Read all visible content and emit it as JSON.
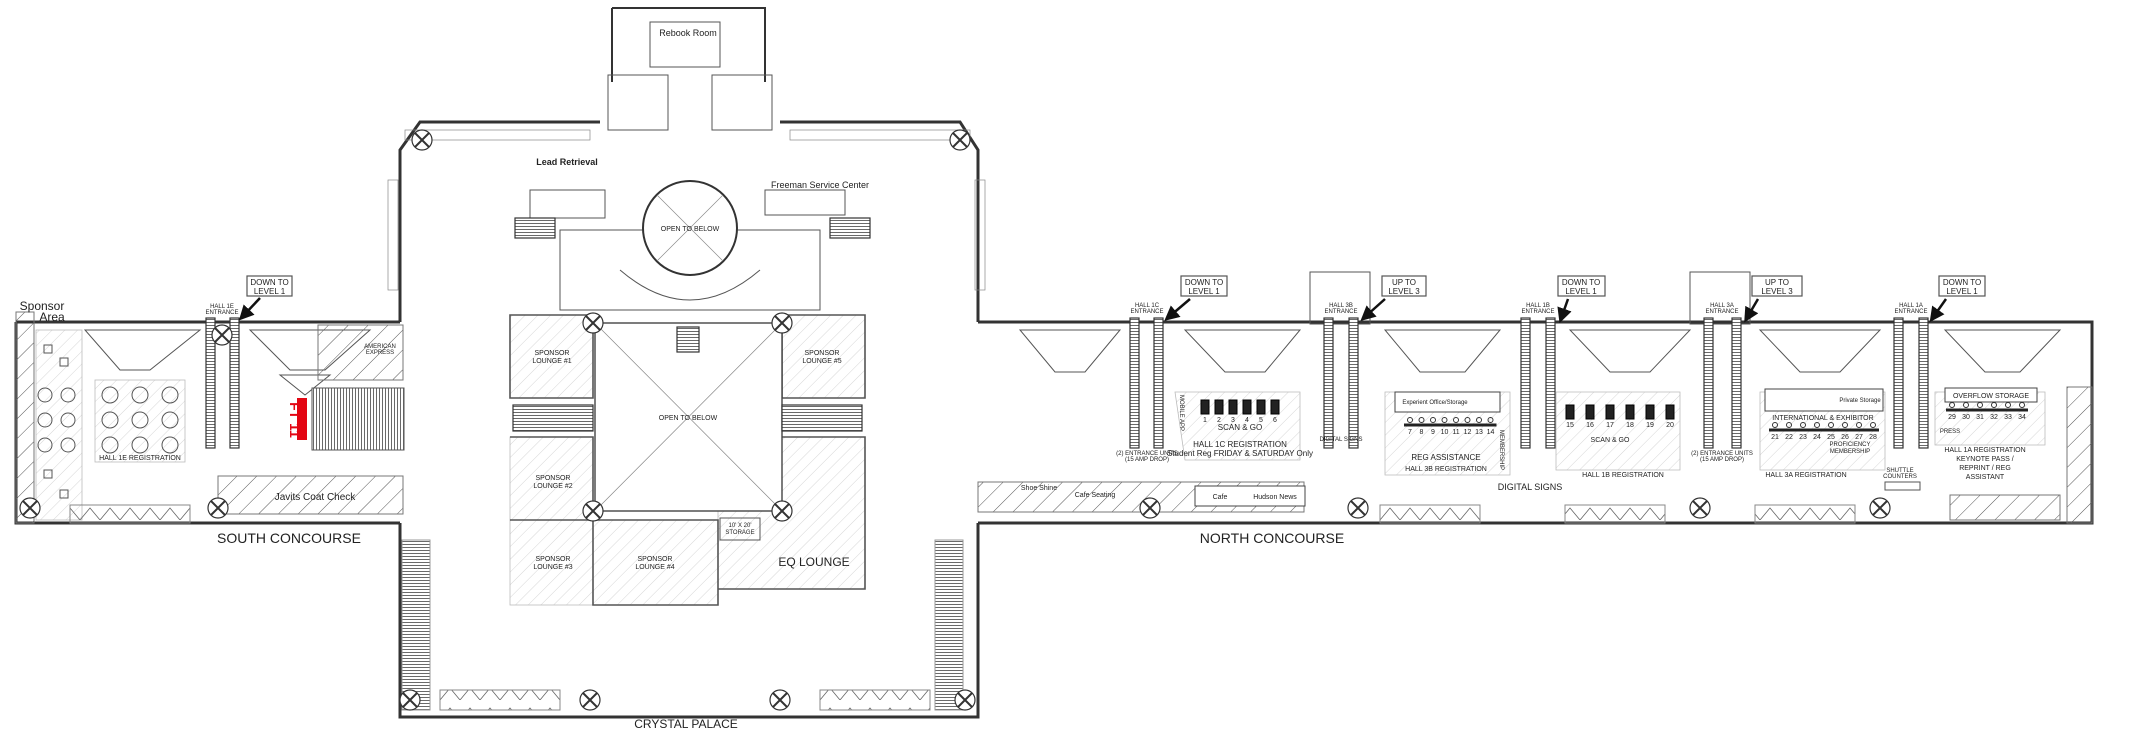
{
  "accent_red": "#e30613",
  "left_wing": {
    "sponsor_area": [
      "Sponsor",
      "Area"
    ],
    "hall_1e_entrance": [
      "HALL 1E",
      "ENTRANCE"
    ],
    "down_to_level_1": [
      "DOWN TO",
      "LEVEL 1"
    ],
    "hall_1e_registration": "HALL 1E REGISTRATION",
    "booth_ft11": "FT 11",
    "american_express": [
      "AMERICAN",
      "EXPRESS"
    ],
    "coat_check": "Javits Coat Check",
    "concourse": "SOUTH CONCOURSE"
  },
  "center": {
    "rebook_room": "Rebook Room",
    "lead_retrieval": "Lead Retrieval",
    "freeman_service_center": "Freeman Service Center",
    "rotunda_open": "OPEN TO BELOW",
    "atrium_open": "OPEN TO BELOW",
    "lounges": [
      [
        "SPONSOR",
        "LOUNGE #1"
      ],
      [
        "SPONSOR",
        "LOUNGE #2"
      ],
      [
        "SPONSOR",
        "LOUNGE #3"
      ],
      [
        "SPONSOR",
        "LOUNGE #4"
      ],
      [
        "SPONSOR",
        "LOUNGE #5"
      ]
    ],
    "eq_lounge": "EQ LOUNGE",
    "storage": [
      "10' X 20'",
      "STORAGE"
    ],
    "crystal_palace": "CRYSTAL PALACE"
  },
  "right_wing": {
    "concourse": "NORTH CONCOURSE",
    "shoe_shine": "Shoe Shine",
    "cafe_seating": "Cafe Seating",
    "cafe": "Cafe",
    "hudson_news": "Hudson News",
    "entrance_units": [
      "(2) ENTRANCE UNITS",
      "(15 AMP DROP)"
    ],
    "digital_signs": "DIGITAL SIGNS",
    "entrances": [
      {
        "name": [
          "HALL 1C",
          "ENTRANCE"
        ],
        "callout": [
          "DOWN TO",
          "LEVEL 1"
        ]
      },
      {
        "name": [
          "HALL 3B",
          "ENTRANCE"
        ],
        "callout": [
          "UP TO",
          "LEVEL 3"
        ]
      },
      {
        "name": [
          "HALL 1B",
          "ENTRANCE"
        ],
        "callout": [
          "DOWN TO",
          "LEVEL 1"
        ]
      },
      {
        "name": [
          "HALL 3A",
          "ENTRANCE"
        ],
        "callout": [
          "UP TO",
          "LEVEL 3"
        ]
      },
      {
        "name": [
          "HALL 1A",
          "ENTRANCE"
        ],
        "callout": [
          "DOWN TO",
          "LEVEL 1"
        ]
      }
    ],
    "hall_1c": {
      "kiosks": [
        "1",
        "2",
        "3",
        "4",
        "5",
        "6"
      ],
      "scan_go": "SCAN & GO",
      "title": "HALL 1C REGISTRATION",
      "note": "Student Reg FRIDAY & SATURDAY Only",
      "mobile_app": "MOBILE APP"
    },
    "hall_3b": {
      "office": "Experient Office/Storage",
      "counters": [
        "7",
        "8",
        "9",
        "10",
        "11",
        "12",
        "13",
        "14"
      ],
      "reg_assistance": "REG ASSISTANCE",
      "membership": "MEMBERSHIP",
      "title": "HALL 3B REGISTRATION"
    },
    "hall_1b": {
      "kiosks": [
        "15",
        "16",
        "17",
        "18",
        "19",
        "20"
      ],
      "scan_go": "SCAN & GO",
      "title": "HALL 1B REGISTRATION"
    },
    "hall_3a": {
      "storage": "Private Storage",
      "international": "INTERNATIONAL & EXHIBITOR",
      "counters": [
        "21",
        "22",
        "23",
        "24",
        "25",
        "26",
        "27",
        "28"
      ],
      "proficiency": [
        "PROFICIENCY",
        "MEMBERSHIP"
      ],
      "title": "HALL 3A REGISTRATION"
    },
    "hall_1a": {
      "overflow": "OVERFLOW STORAGE",
      "counters": [
        "29",
        "30",
        "31",
        "32",
        "33",
        "34"
      ],
      "press": "PRESS",
      "title": [
        "HALL 1A REGISTRATION",
        "KEYNOTE PASS /",
        "REPRINT / REG",
        "ASSISTANT"
      ]
    },
    "shuttle": [
      "SHUTTLE",
      "COUNTERS"
    ]
  }
}
